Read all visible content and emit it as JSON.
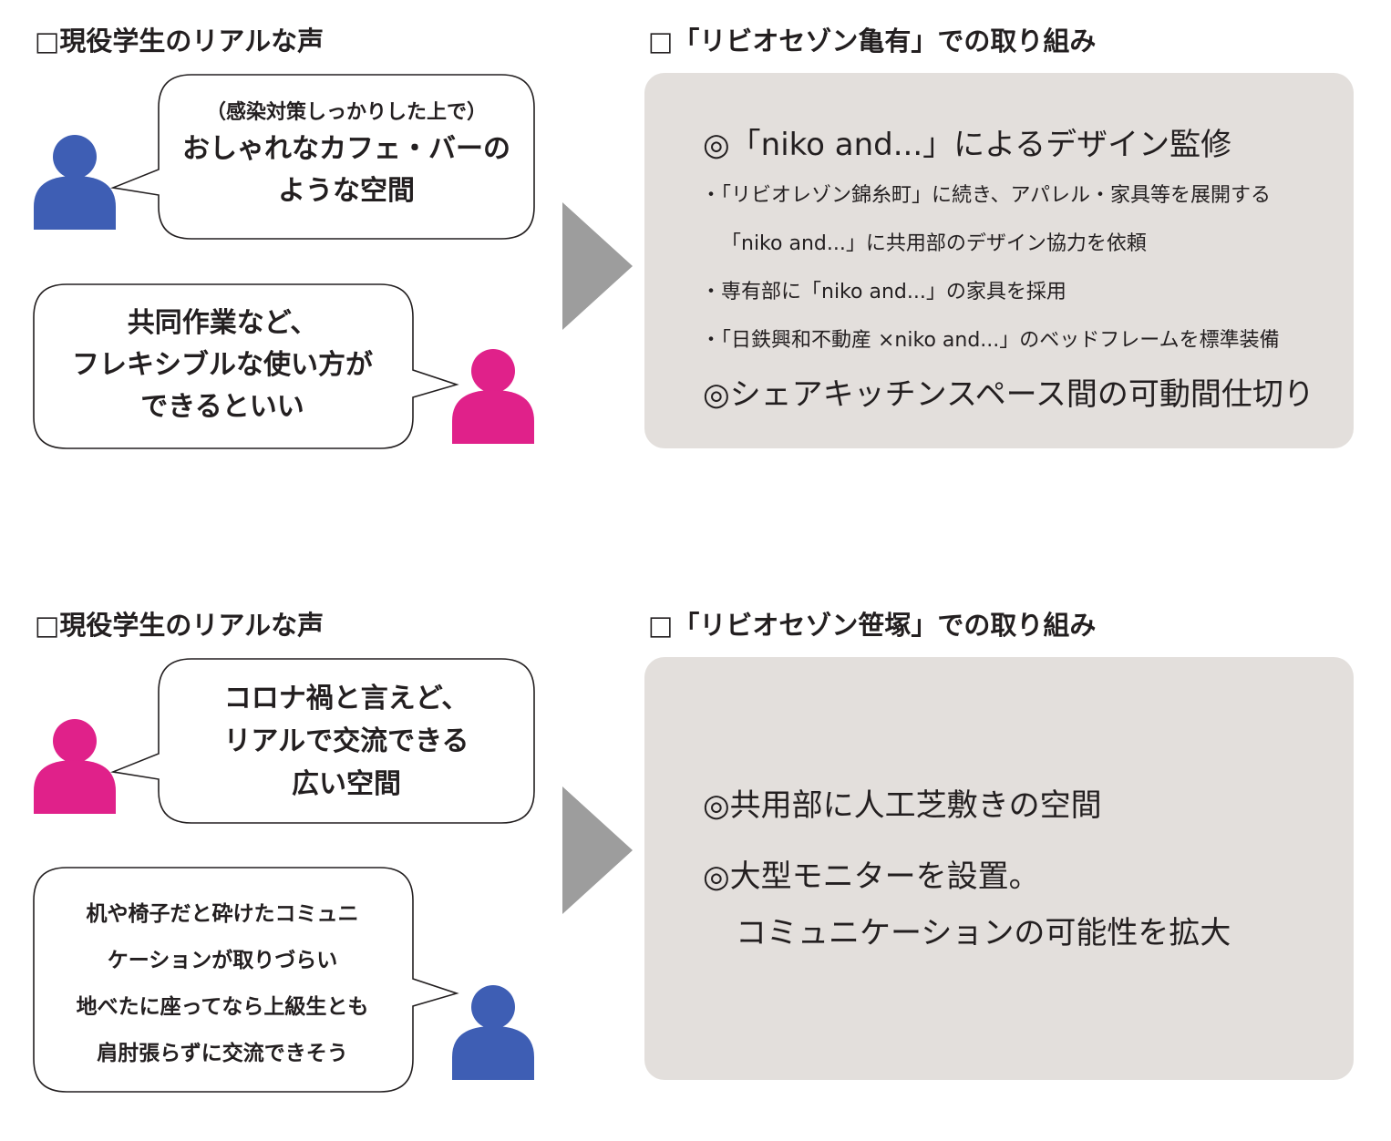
{
  "sections": [
    {
      "voices_heading": "□現役学生のリアルな声",
      "initiative_heading": "□「リビオセゾン亀有」での取り組み",
      "voice_1": {
        "person_color": "#3e5eb4",
        "lines": [
          "（感染対策しっかりした上で）",
          "おしゃれなカフェ・バーの",
          "ような空間"
        ]
      },
      "voice_2": {
        "person_color": "#e0218a",
        "lines": [
          "共同作業など、",
          "フレキシブルな使い方が",
          "できるといい"
        ]
      },
      "initiatives": [
        "◎「niko and...」によるデザイン監修",
        "・「リビオレゾン錦糸町」に続き、アパレル・家具等を展開する",
        "「niko and...」に共用部のデザイン協力を依頼",
        "・専有部に「niko and...」の家具を採用",
        "・「日鉄興和不動産 ×niko and...」のベッドフレームを標準装備",
        "◎シェアキッチンスペース間の可動間仕切り"
      ]
    },
    {
      "voices_heading": "□現役学生のリアルな声",
      "initiative_heading": "□「リビオセゾン笹塚」での取り組み",
      "voice_1": {
        "person_color": "#e0218a",
        "lines": [
          "コロナ禍と言えど、",
          "リアルで交流できる",
          "広い空間"
        ]
      },
      "voice_2": {
        "person_color": "#3e5eb4",
        "lines": [
          "机や椅子だと砕けたコミュニ",
          "ケーションが取りづらい",
          "地べたに座ってなら上級生とも",
          "肩肘張らずに交流できそう"
        ]
      },
      "initiatives": [
        "◎共用部に人工芝敷きの空間",
        "◎大型モニターを設置。",
        "コミュニケーションの可能性を拡大"
      ]
    }
  ],
  "colors": {
    "panel_bg": "#e3dfdc",
    "arrow": "#9d9d9d",
    "text": "#231f20"
  }
}
